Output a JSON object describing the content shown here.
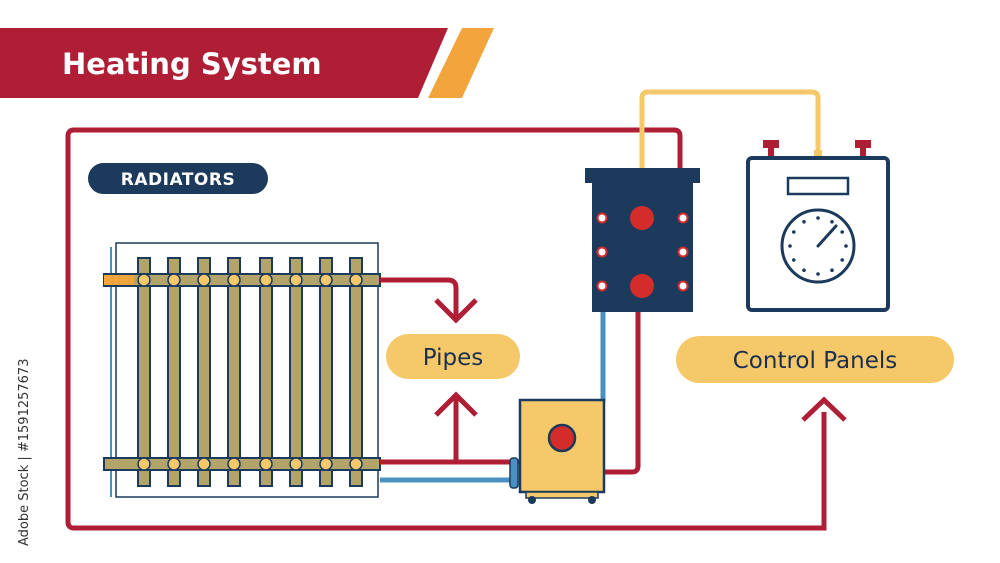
{
  "header": {
    "title": "Heating System"
  },
  "labels": {
    "radiators": "RADIATORS",
    "pipes": "Pipes",
    "control_panels": "Control Panels"
  },
  "watermark": "Adobe Stock | #1591257673",
  "colors": {
    "red": "#b01e36",
    "navy": "#1b3a5c",
    "gold": "#f5c96a",
    "orange_accent": "#f2a53d",
    "blue_pipe": "#4a90c2",
    "radiator_bar": "#b3a469"
  }
}
